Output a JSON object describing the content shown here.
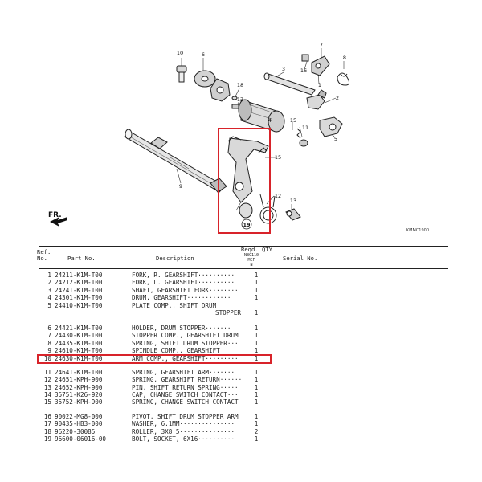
{
  "diagram": {
    "callouts": [
      "10",
      "6",
      "7",
      "8",
      "3",
      "16",
      "1",
      "18",
      "17",
      "2",
      "4",
      "15",
      "11",
      "5",
      "9",
      "12",
      "13",
      "19"
    ],
    "highlighted_callout": "19",
    "front_label": "FR.",
    "ref_code": "KMMC1900"
  },
  "table": {
    "headers": {
      "ref": "Ref.\nNo.",
      "part": "Part No.",
      "description": "Description",
      "qty_top": "Reqd. QTY",
      "qty_model": "NBC110\nMCF\nN",
      "serial": "Serial No."
    },
    "groups": [
      [
        {
          "ref": "1",
          "part": "24211-K1M-T00",
          "desc": "FORK, R. GEARSHIFT··········",
          "qty": "1"
        },
        {
          "ref": "2",
          "part": "24212-K1M-T00",
          "desc": "FORK, L. GEARSHIFT··········",
          "qty": "1"
        },
        {
          "ref": "3",
          "part": "24241-K1M-T00",
          "desc": "SHAFT, GEARSHIFT FORK········",
          "qty": "1"
        },
        {
          "ref": "4",
          "part": "24301-K1M-T00",
          "desc": "DRUM, GEARSHIFT············",
          "qty": "1"
        },
        {
          "ref": "5",
          "part": "24410-K1M-T00",
          "desc": "PLATE COMP., SHIFT DRUM",
          "qty": ""
        },
        {
          "ref": "",
          "part": "",
          "desc": "STOPPER",
          "qty": "1",
          "cont": true
        }
      ],
      [
        {
          "ref": "6",
          "part": "24421-K1M-T00",
          "desc": "HOLDER, DRUM STOPPER·······",
          "qty": "1"
        },
        {
          "ref": "7",
          "part": "24430-K1M-T00",
          "desc": "STOPPER COMP., GEARSHIFT DRUM",
          "qty": "1"
        },
        {
          "ref": "8",
          "part": "24435-K1M-T00",
          "desc": "SPRING, SHIFT DRUM STOPPER···",
          "qty": "1"
        },
        {
          "ref": "9",
          "part": "24610-K1M-T00",
          "desc": "SPINDLE COMP., GEARSHIFT",
          "qty": "1"
        },
        {
          "ref": "10",
          "part": "24630-K1M-T00",
          "desc": "ARM COMP., GEARSHIFT·········",
          "qty": "1",
          "highlight": true
        }
      ],
      [
        {
          "ref": "11",
          "part": "24641-K1M-T00",
          "desc": "SPRING, GEARSHIFT ARM·······",
          "qty": "1"
        },
        {
          "ref": "12",
          "part": "24651-KPH-900",
          "desc": "SPRING, GEARSHIFT RETURN······",
          "qty": "1"
        },
        {
          "ref": "13",
          "part": "24652-KPH-900",
          "desc": "PIN, SHIFT RETURN SPRING·····",
          "qty": "1"
        },
        {
          "ref": "14",
          "part": "35751-K26-920",
          "desc": "CAP, CHANGE SWITCH CONTACT···",
          "qty": "1"
        },
        {
          "ref": "15",
          "part": "35752-KPH-900",
          "desc": "SPRING, CHANGE SWITCH CONTACT",
          "qty": "1"
        }
      ],
      [
        {
          "ref": "16",
          "part": "90022-MG8-000",
          "desc": "PIVOT, SHIFT DRUM STOPPER ARM",
          "qty": "1"
        },
        {
          "ref": "17",
          "part": "90435-HB3-000",
          "desc": "WASHER, 6.1MM···············",
          "qty": "1"
        },
        {
          "ref": "18",
          "part": "96220-30085",
          "desc": "ROLLER, 3X8.5···············",
          "qty": "2"
        },
        {
          "ref": "19",
          "part": "96600-06016-00",
          "desc": "BOLT, SOCKET, 6X16··········",
          "qty": "1"
        }
      ]
    ]
  },
  "colors": {
    "highlight": "#d8232a",
    "line": "#222222",
    "part_fill": "#d9d9d9"
  }
}
